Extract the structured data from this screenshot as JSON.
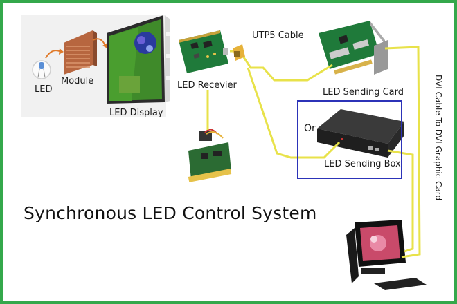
{
  "title": "Synchronous LED Control System",
  "labels": {
    "led": "LED",
    "module": "Module",
    "led_display": "LED Display",
    "led_receiver": "LED Recevier",
    "utp5_cable": "UTP5 Cable",
    "led_sending_card": "LED Sending Card",
    "or": "Or",
    "led_sending_box": "LED Sending Box",
    "dvi_cable": "DVI Cable To DVI Graphic Card"
  },
  "colors": {
    "frame": "#34a84b",
    "cable": "#e8e24a",
    "box_border": "#2c33b8",
    "arrow": "#e07a2a"
  }
}
